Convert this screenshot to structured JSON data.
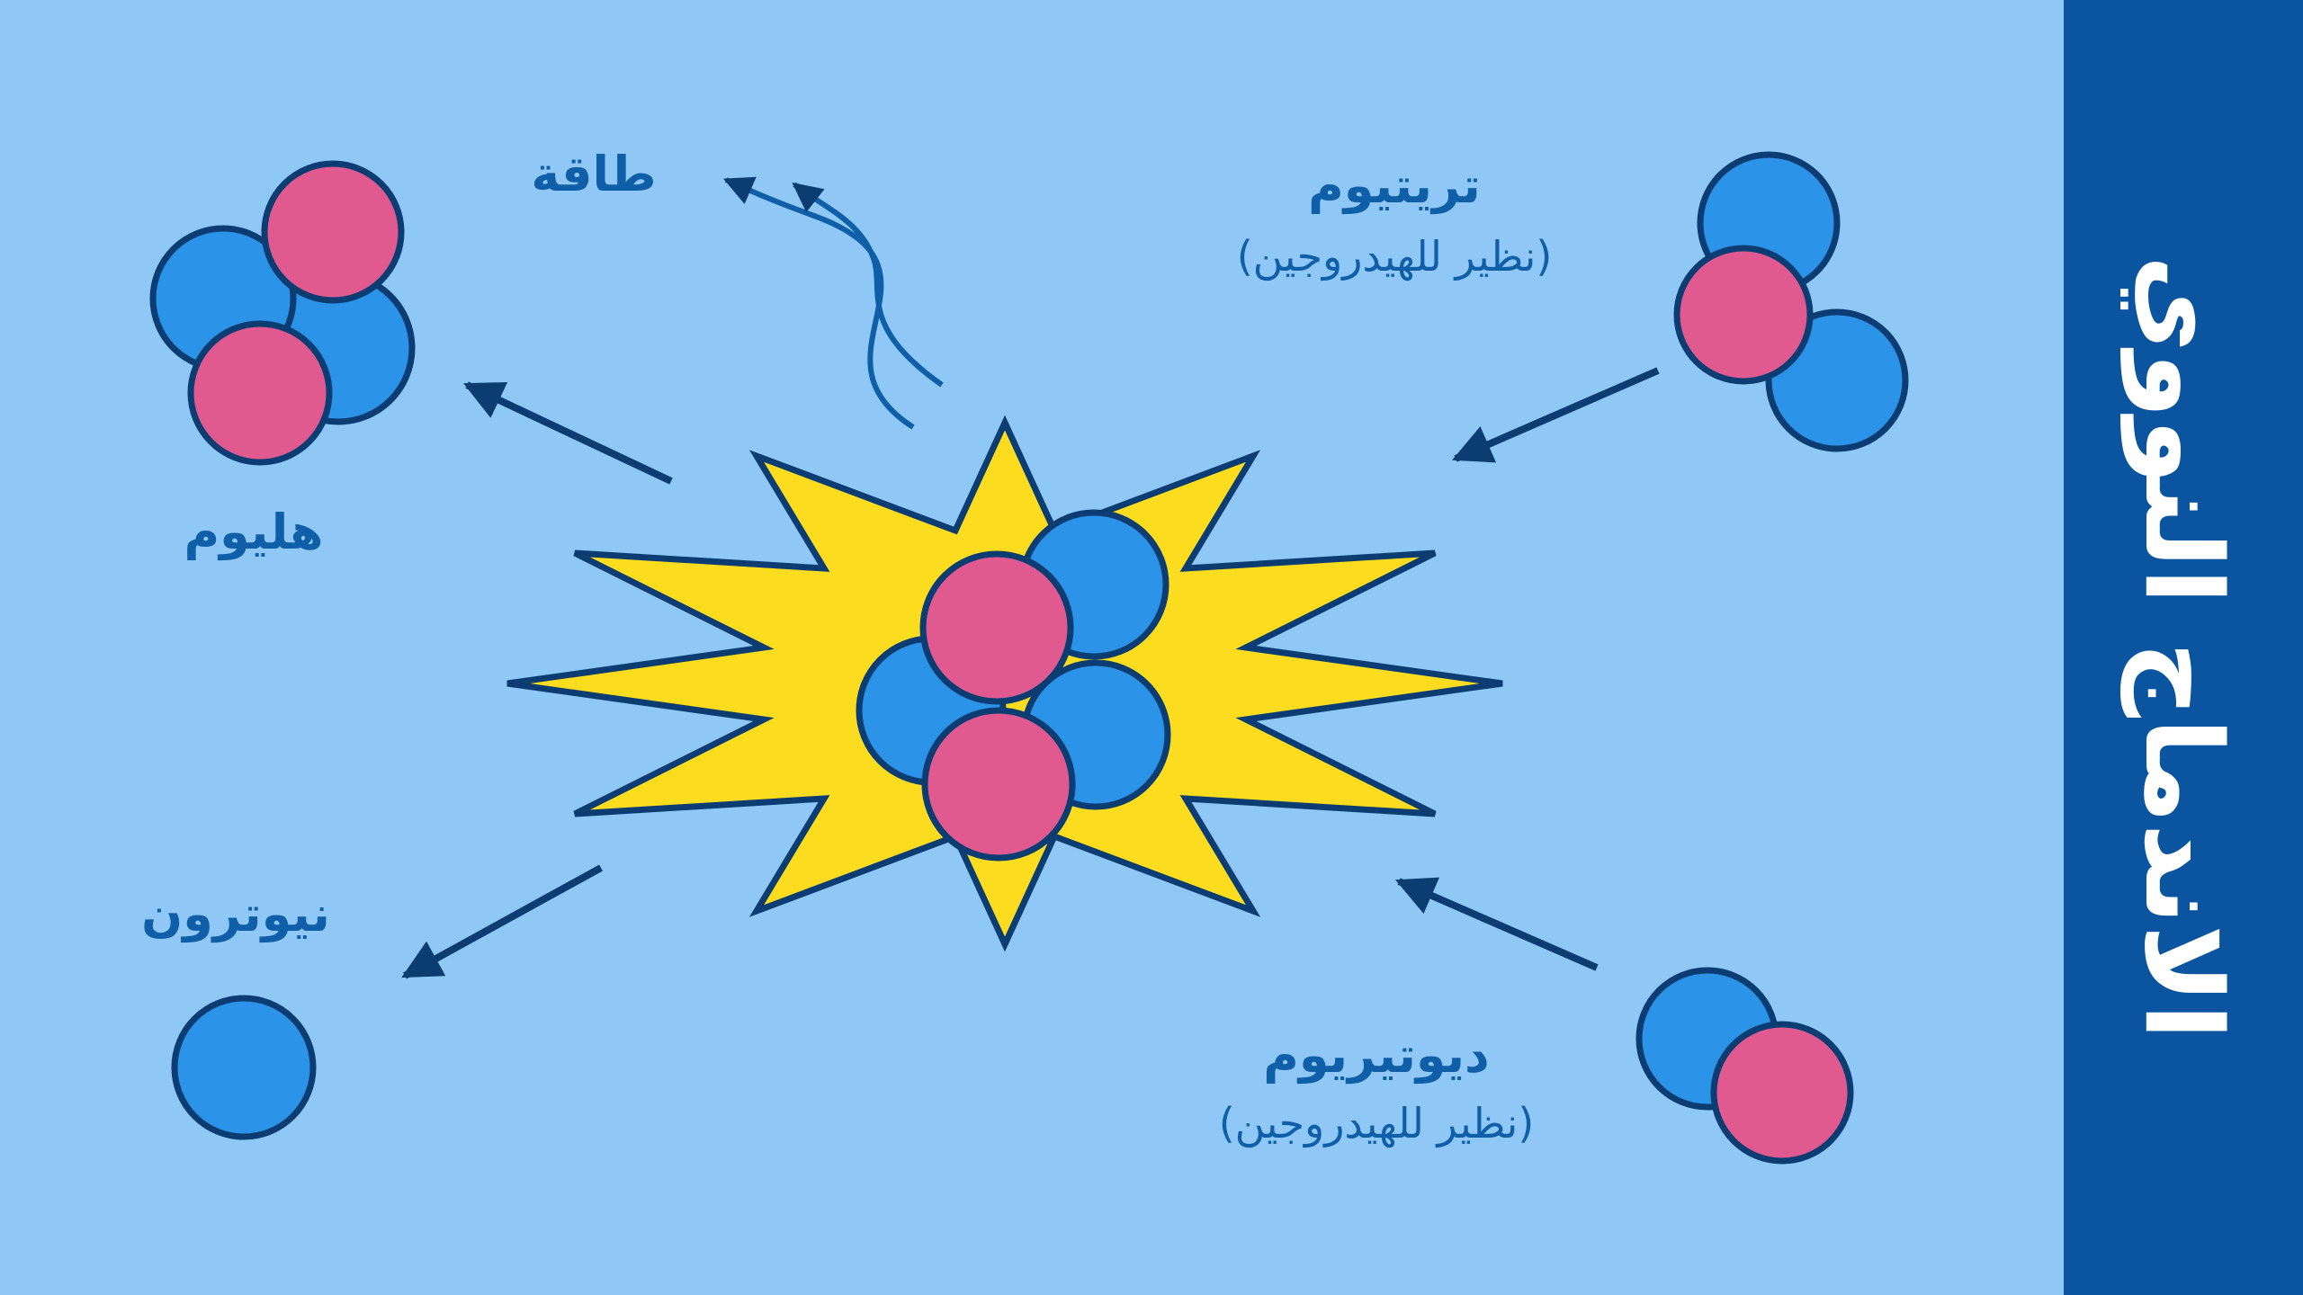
{
  "title": "الاندماج النووي",
  "labels": {
    "tritium": "تريتيوم",
    "tritium_note": "(نظير للهيدروجين)",
    "deuterium": "ديوتيريوم",
    "deuterium_note": "(نظير للهيدروجين)",
    "energy": "طاقة",
    "helium": "هليوم",
    "neutron": "نيوترون"
  },
  "colors": {
    "background": "#8fc8f6",
    "title_bar": "#0b55a0",
    "title_text": "#ffffff",
    "label_text": "#0f5ea8",
    "proton": "#e05a8f",
    "neutron": "#2b93e8",
    "outline": "#0c3d72",
    "burst": "#fcdc1f"
  }
}
